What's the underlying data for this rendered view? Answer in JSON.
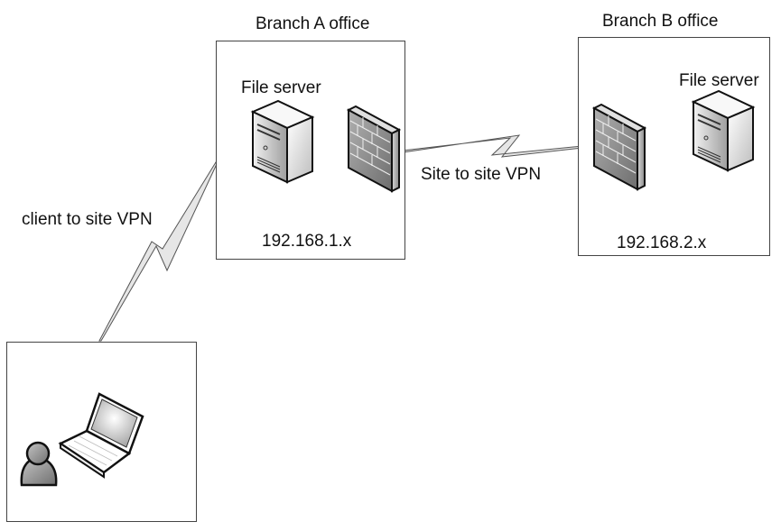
{
  "branch_a": {
    "title": "Branch A office",
    "server_label": "File server",
    "subnet": "192.168.1.x"
  },
  "branch_b": {
    "title": "Branch B office",
    "server_label": "File server",
    "subnet": "192.168.2.x"
  },
  "links": {
    "site_to_site": "Site to site VPN",
    "client_to_site": "client to site VPN"
  },
  "icons": {
    "server": "server-icon",
    "firewall": "firewall-icon",
    "laptop": "laptop-icon",
    "user": "user-icon"
  }
}
